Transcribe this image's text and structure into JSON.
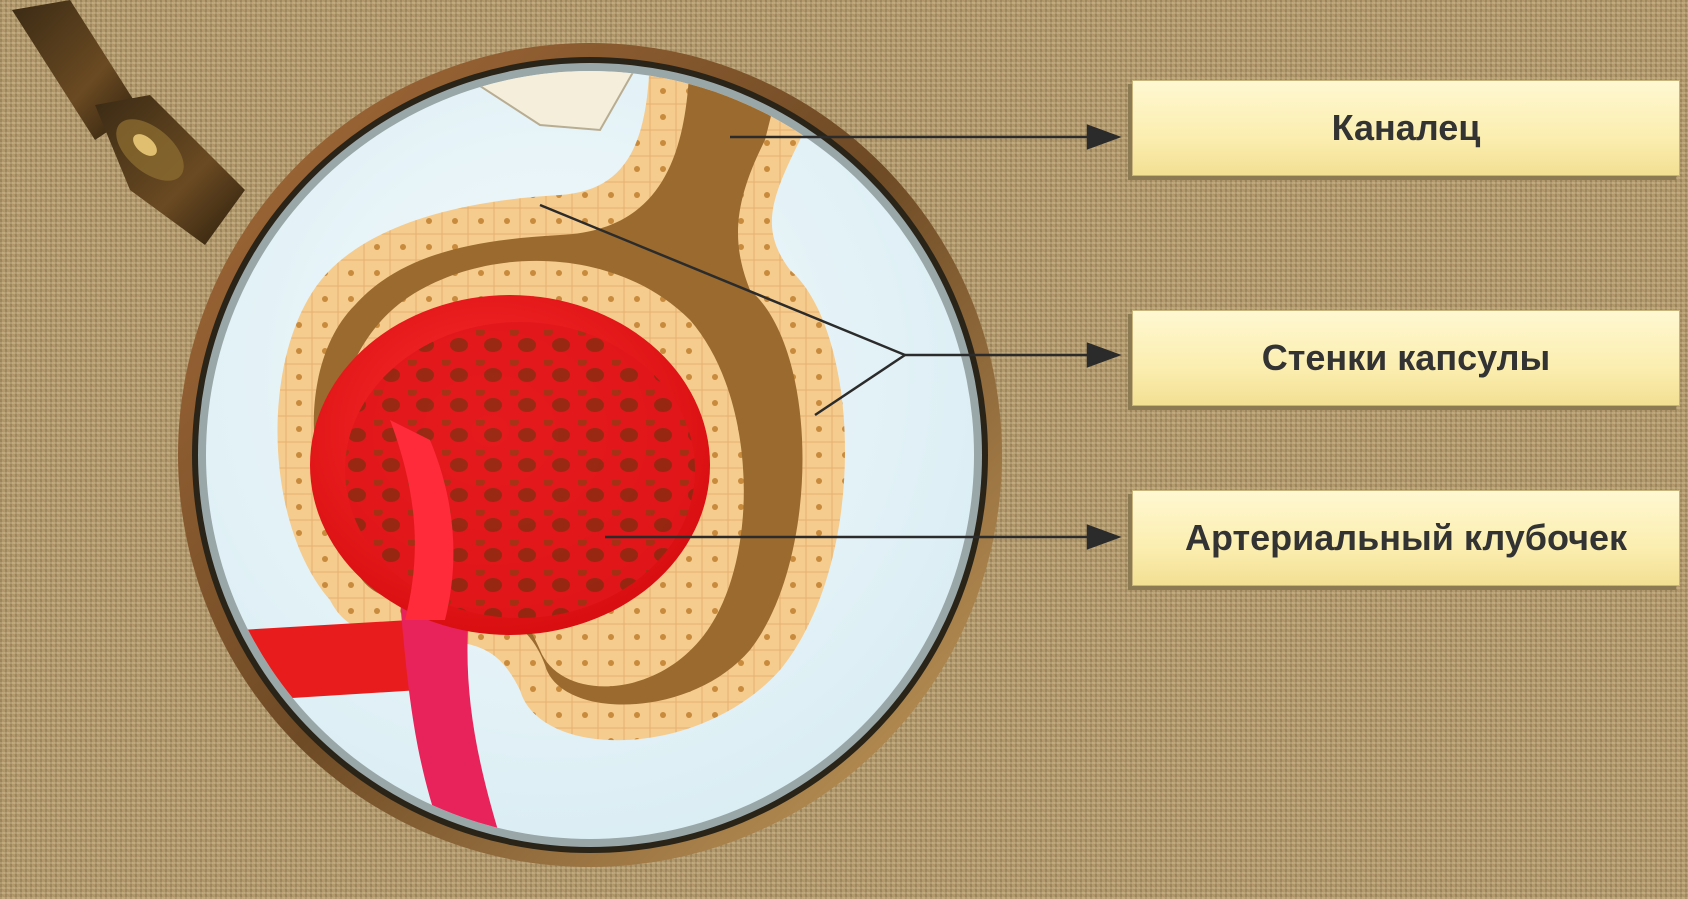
{
  "labels": [
    {
      "id": "tubule",
      "text": "Каналец"
    },
    {
      "id": "capsule-walls",
      "text": "Стенки капсулы"
    },
    {
      "id": "glomerulus",
      "text": "Артериальный клубочек"
    }
  ],
  "colors": {
    "background": "#b39a6e",
    "lens_fill": "#e9f4f8",
    "capsule_wall": "#f3c98a",
    "capsule_space": "#9a6a2e",
    "vessels": "#e81c1c",
    "label_box": "#fbeeb0"
  }
}
